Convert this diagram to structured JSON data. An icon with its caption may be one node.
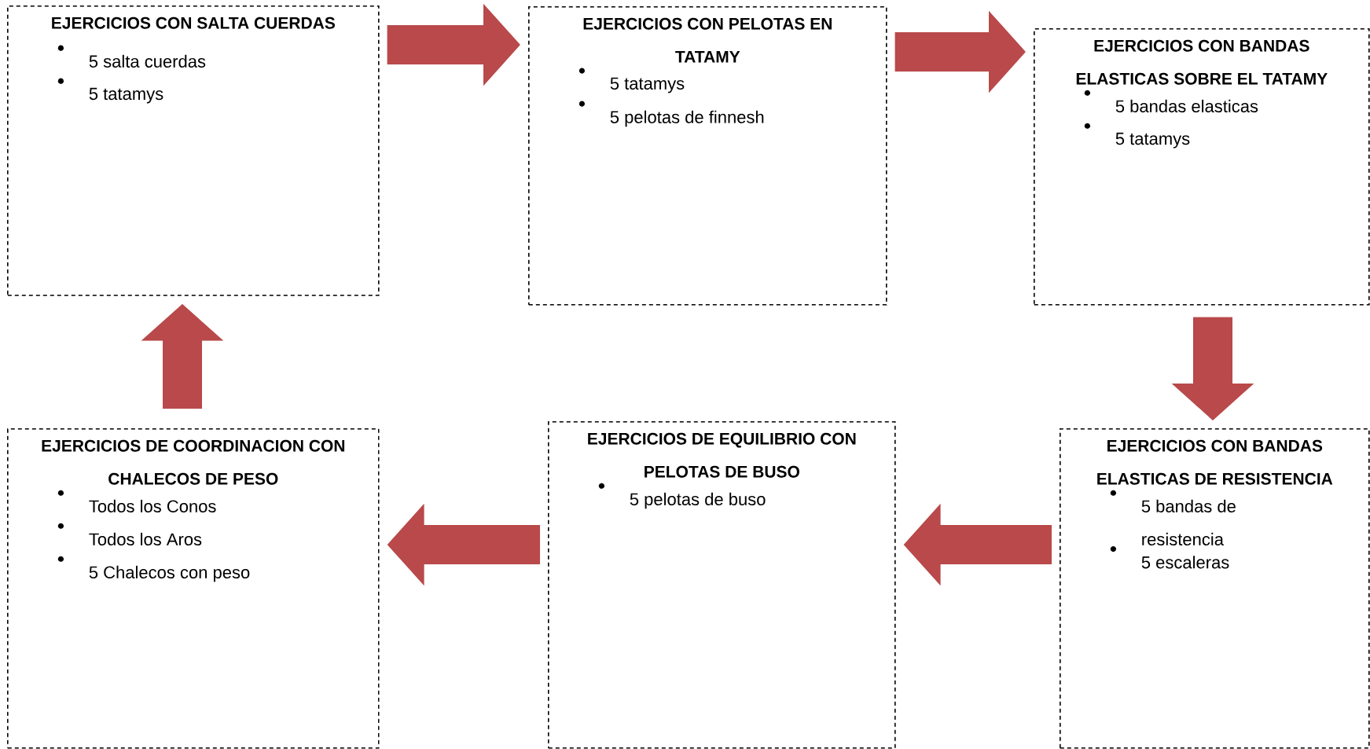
{
  "diagram": {
    "nodes": [
      {
        "text": [
          "EJERCICIOS CON SALTA CUERDAS",
          "5 salta cuerdas",
          "5 tatamys"
        ]
      },
      {
        "text": [
          "EJERCICIOS CON PELOTAS EN TATAMY",
          "5 tatamys",
          "5 pelotas de finnesh"
        ]
      },
      {
        "text": [
          "EJERCICIOS CON BANDAS ELASTICAS SOBRE EL TATAMY",
          "5 bandas elasticas",
          "5 tatamys"
        ]
      },
      {
        "text": [
          "EJERCICIOS CON BANDAS ELASTICAS DE RESISTENCIA",
          "5 bandas de resistencia",
          "5 escaleras"
        ]
      },
      {
        "text": [
          "EJERCICIOS DE EQUILIBRIO CON PELOTAS DE BUSO",
          "5 pelotas de buso"
        ]
      },
      {
        "text": [
          "EJERCICIOS DE COORDINACION CON CHALECOS DE PESO",
          "Todos los Conos",
          "Todos los Aros",
          "5 Chalecos con peso"
        ]
      }
    ],
    "edges": [
      {
        "from": 0,
        "to": 1,
        "arrow": "to"
      },
      {
        "from": 1,
        "to": 2,
        "arrow": "to"
      },
      {
        "from": 2,
        "to": 3,
        "arrow": "to"
      },
      {
        "from": 3,
        "to": 4,
        "arrow": "to"
      },
      {
        "from": 4,
        "to": 5,
        "arrow": "to"
      },
      {
        "from": 5,
        "to": 0,
        "arrow": "to"
      }
    ]
  }
}
